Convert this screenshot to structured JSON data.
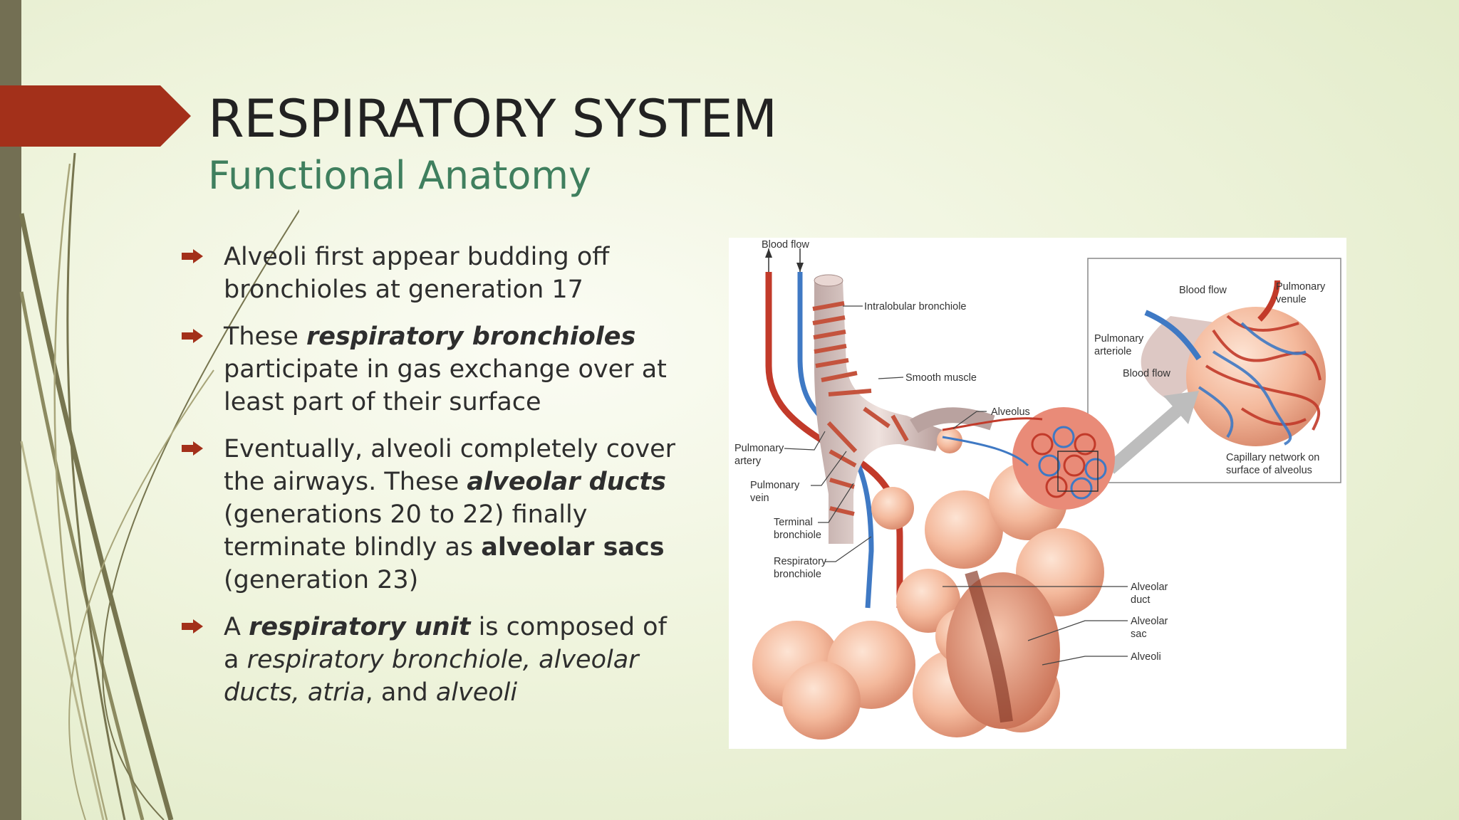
{
  "slide": {
    "title": "RESPIRATORY SYSTEM",
    "subtitle": "Functional Anatomy",
    "colors": {
      "accent": "#a3301a",
      "left_bar": "#736f53",
      "subtitle": "#3f7f5e",
      "background": "#eef3dc",
      "deco_lines": "#8c8a60"
    },
    "bullet_icon": "arrow-right-icon",
    "bullets": [
      {
        "parts": [
          {
            "text": "Alveoli first appear budding off bronchioles at generation 17",
            "style": "normal"
          }
        ]
      },
      {
        "parts": [
          {
            "text": "These ",
            "style": "normal"
          },
          {
            "text": "respiratory bronchioles",
            "style": "bold-italic"
          },
          {
            "text": " participate in gas exchange over at least part of their surface",
            "style": "normal"
          }
        ]
      },
      {
        "parts": [
          {
            "text": "Eventually, alveoli completely cover the airways. These ",
            "style": "normal"
          },
          {
            "text": "alveolar ducts",
            "style": "bold-italic"
          },
          {
            "text": " (generations 20 to 22) finally terminate blindly as ",
            "style": "normal"
          },
          {
            "text": "alveolar sacs",
            "style": "bold"
          },
          {
            "text": " (generation 23)",
            "style": "normal"
          }
        ]
      },
      {
        "parts": [
          {
            "text": "A ",
            "style": "normal"
          },
          {
            "text": "respiratory unit",
            "style": "bold-italic"
          },
          {
            "text": " is composed of a ",
            "style": "normal"
          },
          {
            "text": "respiratory bronchiole, alveolar ducts, atria",
            "style": "italic"
          },
          {
            "text": ", and ",
            "style": "normal"
          },
          {
            "text": "alveoli",
            "style": "italic"
          }
        ]
      }
    ]
  },
  "diagram": {
    "labels": {
      "blood_flow_top": "Blood flow",
      "intralobular_bronchiole": "Intralobular bronchiole",
      "smooth_muscle": "Smooth muscle",
      "alveolus": "Alveolus",
      "pulmonary_artery": [
        "Pulmonary",
        "artery"
      ],
      "pulmonary_vein": [
        "Pulmonary",
        "vein"
      ],
      "terminal_bronchiole": [
        "Terminal",
        "bronchiole"
      ],
      "respiratory_bronchiole": [
        "Respiratory",
        "bronchiole"
      ],
      "alveolar_duct": [
        "Alveolar",
        "duct"
      ],
      "alveolar_sac": [
        "Alveolar",
        "sac"
      ],
      "alveoli": "Alveoli"
    },
    "inset_labels": {
      "blood_flow_1": "Blood flow",
      "blood_flow_2": "Blood flow",
      "pulmonary_venule": [
        "Pulmonary",
        "venule"
      ],
      "pulmonary_arteriole": [
        "Pulmonary",
        "arteriole"
      ],
      "capillary_network": [
        "Capillary network on",
        "surface of alveolus"
      ]
    }
  }
}
